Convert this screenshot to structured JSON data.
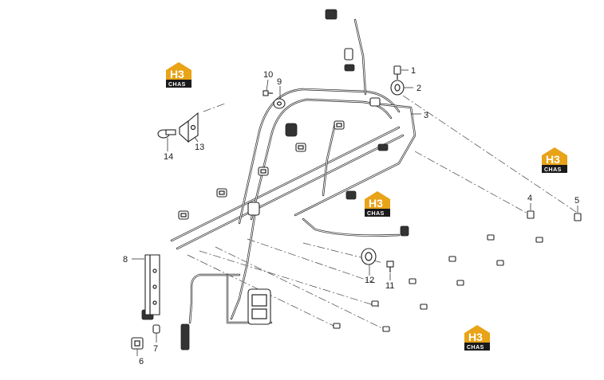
{
  "diagram": {
    "callouts": [
      {
        "num": "1"
      },
      {
        "num": "2"
      },
      {
        "num": "3"
      },
      {
        "num": "4"
      },
      {
        "num": "5"
      },
      {
        "num": "6"
      },
      {
        "num": "7"
      },
      {
        "num": "8"
      },
      {
        "num": "9"
      },
      {
        "num": "10"
      },
      {
        "num": "11"
      },
      {
        "num": "12"
      },
      {
        "num": "13"
      },
      {
        "num": "14"
      }
    ],
    "watermark": {
      "main": "H3",
      "sub": "CHAS",
      "colors": {
        "gold": "#e8a317",
        "dark": "#1a1a1a"
      }
    }
  }
}
